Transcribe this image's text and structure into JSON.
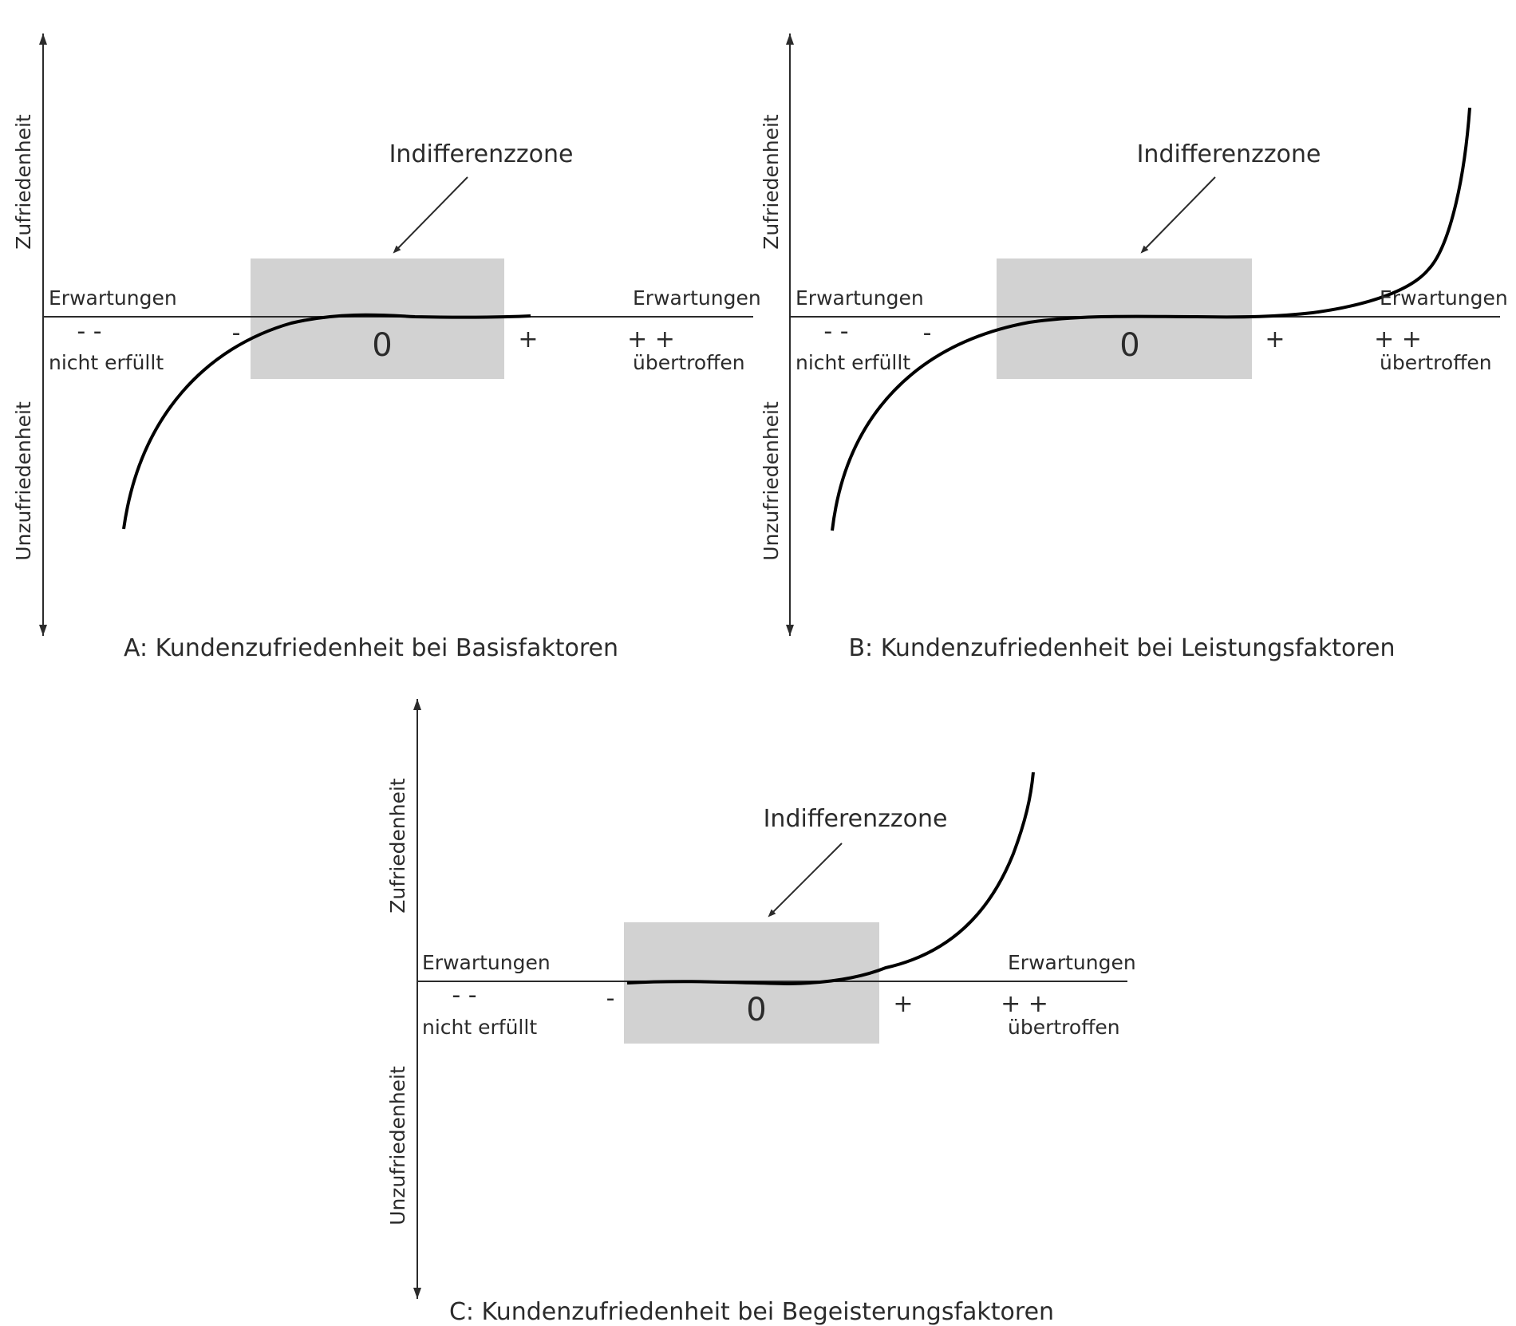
{
  "diagrams": [
    {
      "id": "A",
      "caption": "A: Kundenzufriedenheit bei Basisfaktoren",
      "y_label_top": "Zufriedenheit",
      "y_label_bottom": "Unzufriedenheit",
      "x_label_left_top": "Erwartungen",
      "x_label_left_bottom": "nicht erfüllt",
      "x_label_right_top": "Erwartungen",
      "x_label_right_bottom": "übertroffen",
      "zone_label": "Indifferenzzone",
      "ticks": [
        "- -",
        "-",
        "0",
        "+",
        "+ +"
      ],
      "curve_shape": "rises from strong dissatisfaction to neutral, then flat"
    },
    {
      "id": "B",
      "caption": "B: Kundenzufriedenheit bei Leistungsfaktoren",
      "y_label_top": "Zufriedenheit",
      "y_label_bottom": "Unzufriedenheit",
      "x_label_left_top": "Erwartungen",
      "x_label_left_bottom": "nicht erfüllt",
      "x_label_right_top": "Erwartungen",
      "x_label_right_bottom": "übertroffen",
      "zone_label": "Indifferenzzone",
      "ticks": [
        "- -",
        "-",
        "0",
        "+",
        "+ +"
      ],
      "curve_shape": "rises from dissatisfaction, flat in indifference zone, rises steeply to satisfaction"
    },
    {
      "id": "C",
      "caption": "C: Kundenzufriedenheit bei Begeisterungsfaktoren",
      "y_label_top": "Zufriedenheit",
      "y_label_bottom": "Unzufriedenheit",
      "x_label_left_top": "Erwartungen",
      "x_label_left_bottom": "nicht erfüllt",
      "x_label_right_top": "Erwartungen",
      "x_label_right_bottom": "übertroffen",
      "zone_label": "Indifferenzzone",
      "ticks": [
        "- -",
        "-",
        "0",
        "+",
        "+ +"
      ],
      "curve_shape": "flat within indifference zone, then rises steeply to satisfaction"
    }
  ],
  "colors": {
    "axis": "#2b2b2b",
    "zone_fill": "#d2d2d2",
    "curve": "#000000"
  }
}
